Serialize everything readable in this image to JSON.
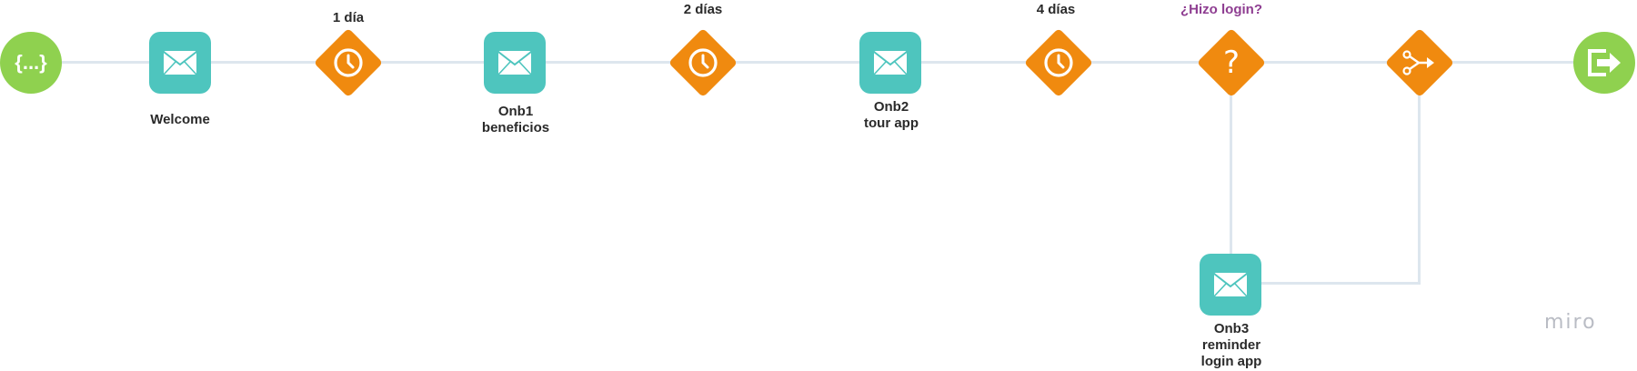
{
  "colors": {
    "start_end": "#8fd14f",
    "email": "#4ec5be",
    "wait_decision": "#f08a0f",
    "connector": "#dde6ee",
    "question_text": "#8e3d91"
  },
  "flow": {
    "start": {
      "glyph": "{...}",
      "icon": "code-braces-icon"
    },
    "welcome": {
      "label": "Welcome",
      "icon": "envelope-icon"
    },
    "wait1": {
      "label": "1 día",
      "icon": "clock-icon"
    },
    "onb1": {
      "line1": "Onb1",
      "line2": "beneficios",
      "icon": "envelope-icon"
    },
    "wait2": {
      "label": "2 días",
      "icon": "clock-icon"
    },
    "onb2": {
      "line1": "Onb2",
      "line2": "tour app",
      "icon": "envelope-icon"
    },
    "wait3": {
      "label": "4 días",
      "icon": "clock-icon"
    },
    "decision": {
      "label": "¿Hizo login?",
      "glyph": "?",
      "icon": "question-icon"
    },
    "merge": {
      "icon": "split-arrows-icon"
    },
    "end": {
      "icon": "exit-door-icon"
    },
    "onb3": {
      "line1": "Onb3",
      "line2": "reminder",
      "line3": "login app",
      "icon": "envelope-icon"
    }
  },
  "watermark": "miro"
}
